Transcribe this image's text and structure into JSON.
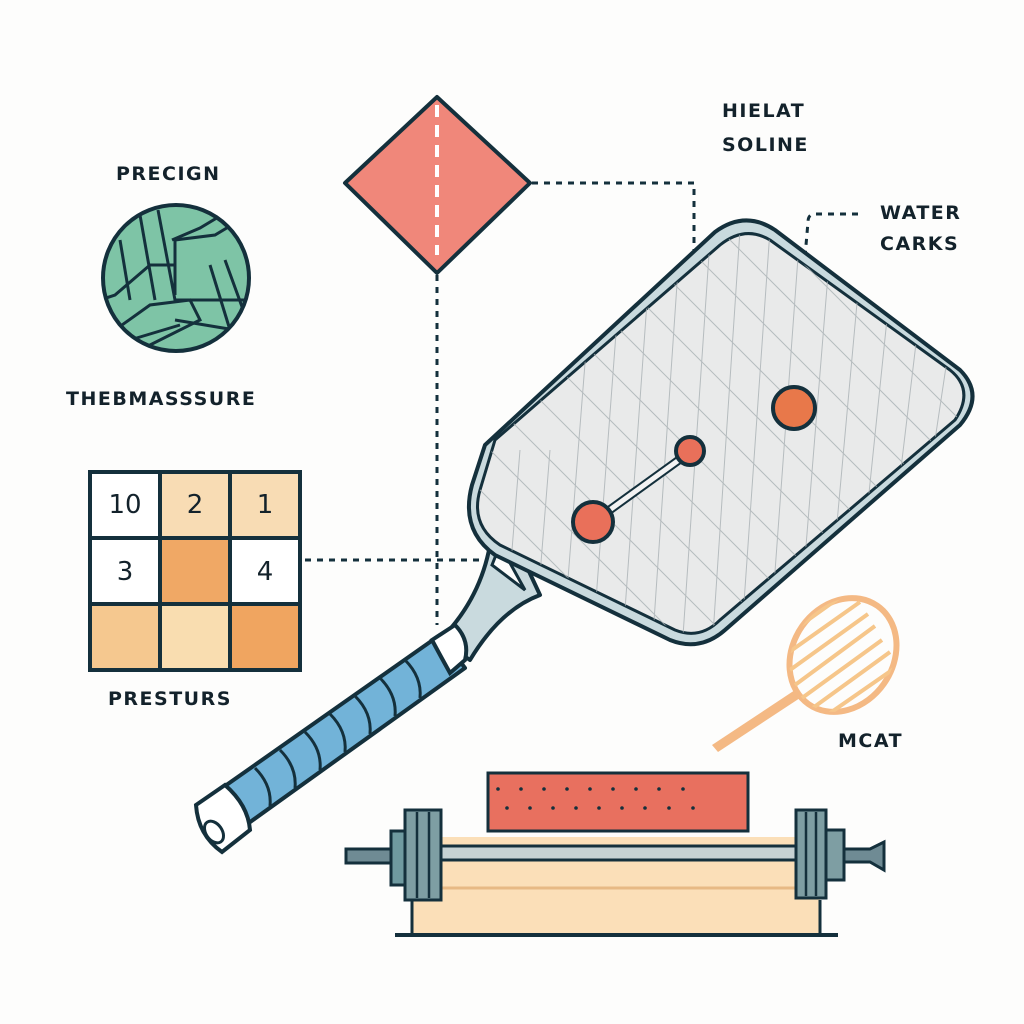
{
  "labels": {
    "precign": "PRECIGN",
    "thermassure": "THEBMASSSURE",
    "presturs": "PRESTURS",
    "hielat_line1": "HIELAT",
    "hielat_line2": "SOLINE",
    "water_line1": "WATER",
    "water_line2": "CARKS",
    "mcat": "MCAT"
  },
  "pressure_grid": {
    "cells": [
      {
        "row": 0,
        "col": 0,
        "value": "10",
        "color": "#ffffff"
      },
      {
        "row": 0,
        "col": 1,
        "value": "2",
        "color": "#f8dcb4"
      },
      {
        "row": 0,
        "col": 2,
        "value": "1",
        "color": "#f8dcb4"
      },
      {
        "row": 1,
        "col": 0,
        "value": "3",
        "color": "#ffffff"
      },
      {
        "row": 1,
        "col": 1,
        "value": "",
        "color": "#f0a865"
      },
      {
        "row": 1,
        "col": 2,
        "value": "4",
        "color": "#ffffff"
      },
      {
        "row": 2,
        "col": 0,
        "value": "",
        "color": "#f5c88f"
      },
      {
        "row": 2,
        "col": 1,
        "value": "",
        "color": "#f9ddb0"
      },
      {
        "row": 2,
        "col": 2,
        "value": "",
        "color": "#f0a560"
      }
    ]
  },
  "colors": {
    "outline": "#14303c",
    "ball_green": "#7ec4a6",
    "diamond_coral": "#f0877a",
    "marker_orange": "#e9705a",
    "grip_blue": "#72b3d8",
    "frame_gray": "#c9dade",
    "face_gray": "#e9eaea",
    "racket_peach": "#f4b984",
    "bar_red": "#e8705f",
    "base_beige": "#fbdfb8",
    "plate_teal": "#6f9aa0"
  }
}
